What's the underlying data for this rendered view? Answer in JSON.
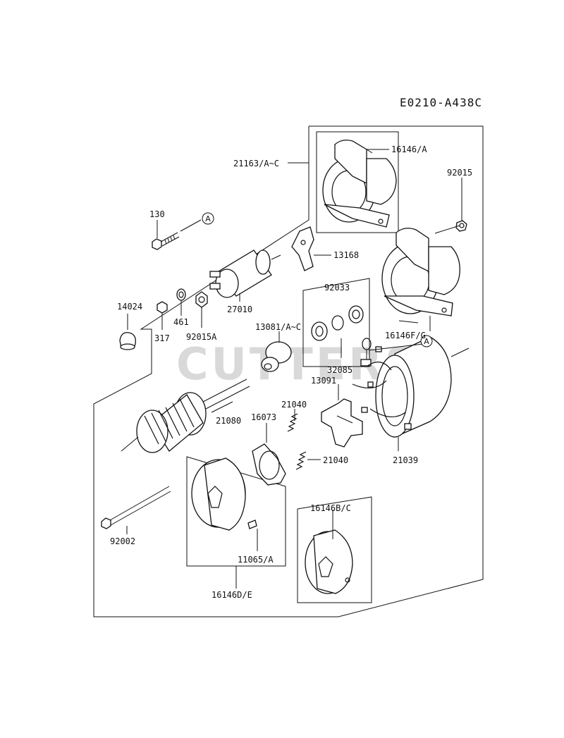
{
  "diagram_code": "E0210-A438C",
  "watermark": "CUTTERS",
  "ref_marker": "A",
  "parts": {
    "p21163": "21163/A~C",
    "p16146A": "16146/A",
    "p92015": "92015",
    "p130": "130",
    "p13168": "13168",
    "p14024": "14024",
    "p27010": "27010",
    "p461": "461",
    "p317": "317",
    "p92015A": "92015A",
    "p92033": "92033",
    "p16146FG": "16146F/G",
    "p13081": "13081/A~C",
    "p32085": "32085",
    "p13091": "13091",
    "p21040a": "21040",
    "p21040b": "21040",
    "p16073": "16073",
    "p21080": "21080",
    "p21039": "21039",
    "p92002": "92002",
    "p16146BC": "16146B/C",
    "p11065": "11065/A",
    "p16146DE": "16146D/E"
  }
}
